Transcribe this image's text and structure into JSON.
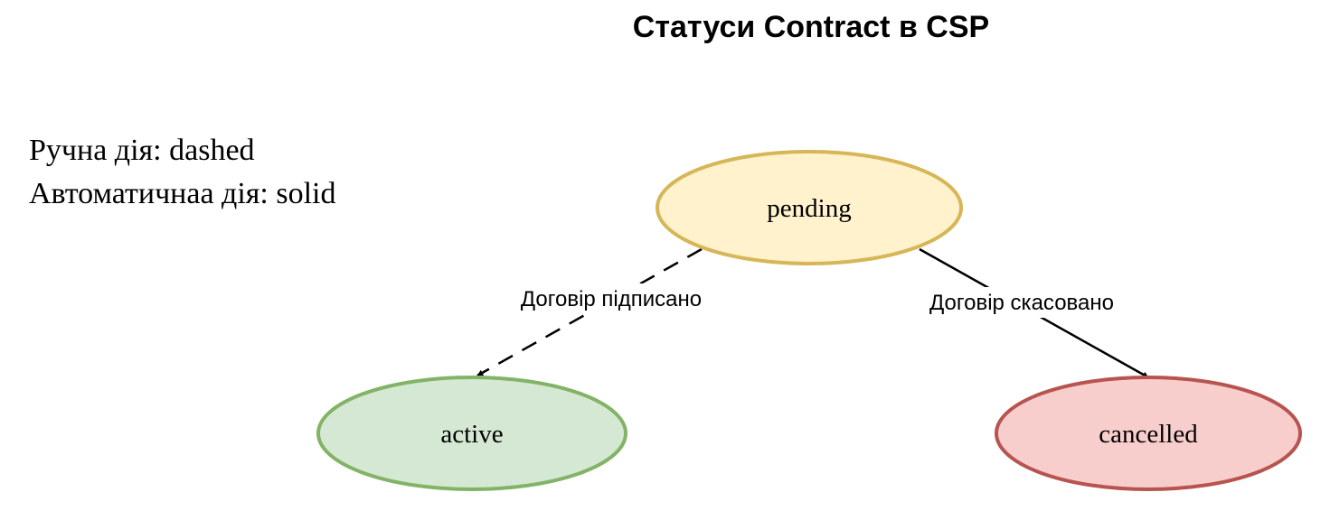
{
  "title": "Статуси Contract в CSP",
  "legend": {
    "manual": "Ручна дія: dashed",
    "automatic": "Автоматичнаа дія: solid"
  },
  "nodes": {
    "pending": {
      "label": "pending",
      "fill": "#fff2cc",
      "stroke": "#d6b656"
    },
    "active": {
      "label": "active",
      "fill": "#d5e8d4",
      "stroke": "#82b366"
    },
    "cancelled": {
      "label": "cancelled",
      "fill": "#f8cecc",
      "stroke": "#b85450"
    }
  },
  "edges": {
    "signed": {
      "label": "Договір підписано",
      "style": "dashed"
    },
    "cancelled": {
      "label": "Договір скасовано",
      "style": "solid"
    }
  }
}
